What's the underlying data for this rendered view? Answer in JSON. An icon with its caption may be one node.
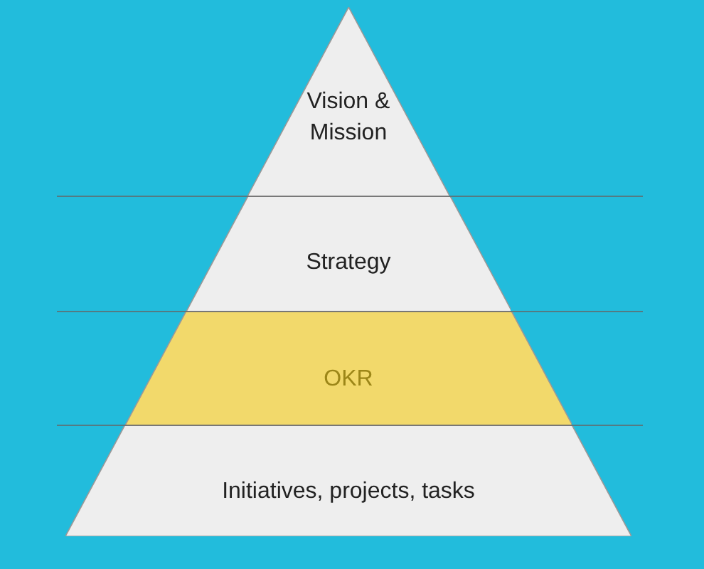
{
  "diagram": {
    "nodes": [
      {
        "text": [
          "Vision & Mission"
        ]
      },
      {
        "text": [
          "Strategy"
        ]
      },
      {
        "text": [
          "OKR"
        ]
      },
      {
        "text": [
          "Initiatives, projects, tasks"
        ]
      }
    ]
  }
}
